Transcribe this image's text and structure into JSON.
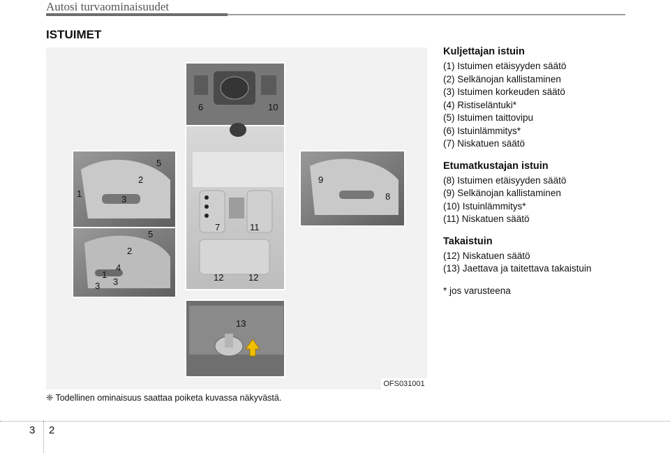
{
  "header": {
    "title": "Autosi turvaominaisuudet"
  },
  "section": {
    "title": "ISTUIMET"
  },
  "illustration": {
    "code": "OFS031001",
    "callouts": {
      "c1a": "1",
      "c2a": "2",
      "c3a": "3",
      "c5a": "5",
      "c1b": "1",
      "c2b": "2",
      "c3b": "3",
      "c3c": "3",
      "c4b": "4",
      "c5b": "5",
      "c6": "6",
      "c7": "7",
      "c8": "8",
      "c9": "9",
      "c10": "10",
      "c11": "11",
      "c12a": "12",
      "c12b": "12",
      "c13": "13"
    }
  },
  "note": {
    "mark": "❈",
    "text": "Todellinen ominaisuus saattaa poiketa kuvassa näkyvästä."
  },
  "legend": {
    "driver": {
      "title": "Kuljettajan istuin",
      "items": [
        "(1) Istuimen etäisyyden säätö",
        "(2) Selkänojan kallistaminen",
        "(3) Istuimen korkeuden säätö",
        "(4) Ristiseläntuki*",
        "(5) Istuimen taittovipu",
        "(6) Istuinlämmitys*",
        "(7) Niskatuen säätö"
      ]
    },
    "passenger": {
      "title": "Etumatkustajan istuin",
      "items": [
        "(8) Istuimen etäisyyden säätö",
        "(9) Selkänojan kallistaminen",
        "(10) Istuinlämmitys*",
        "(11) Niskatuen säätö"
      ]
    },
    "rear": {
      "title": "Takaistuin",
      "items": [
        "(12) Niskatuen säätö",
        "(13) Jaettava ja taitettava takaistuin"
      ]
    },
    "footnote": "* jos varusteena"
  },
  "footer": {
    "chapter": "3",
    "page": "2"
  }
}
